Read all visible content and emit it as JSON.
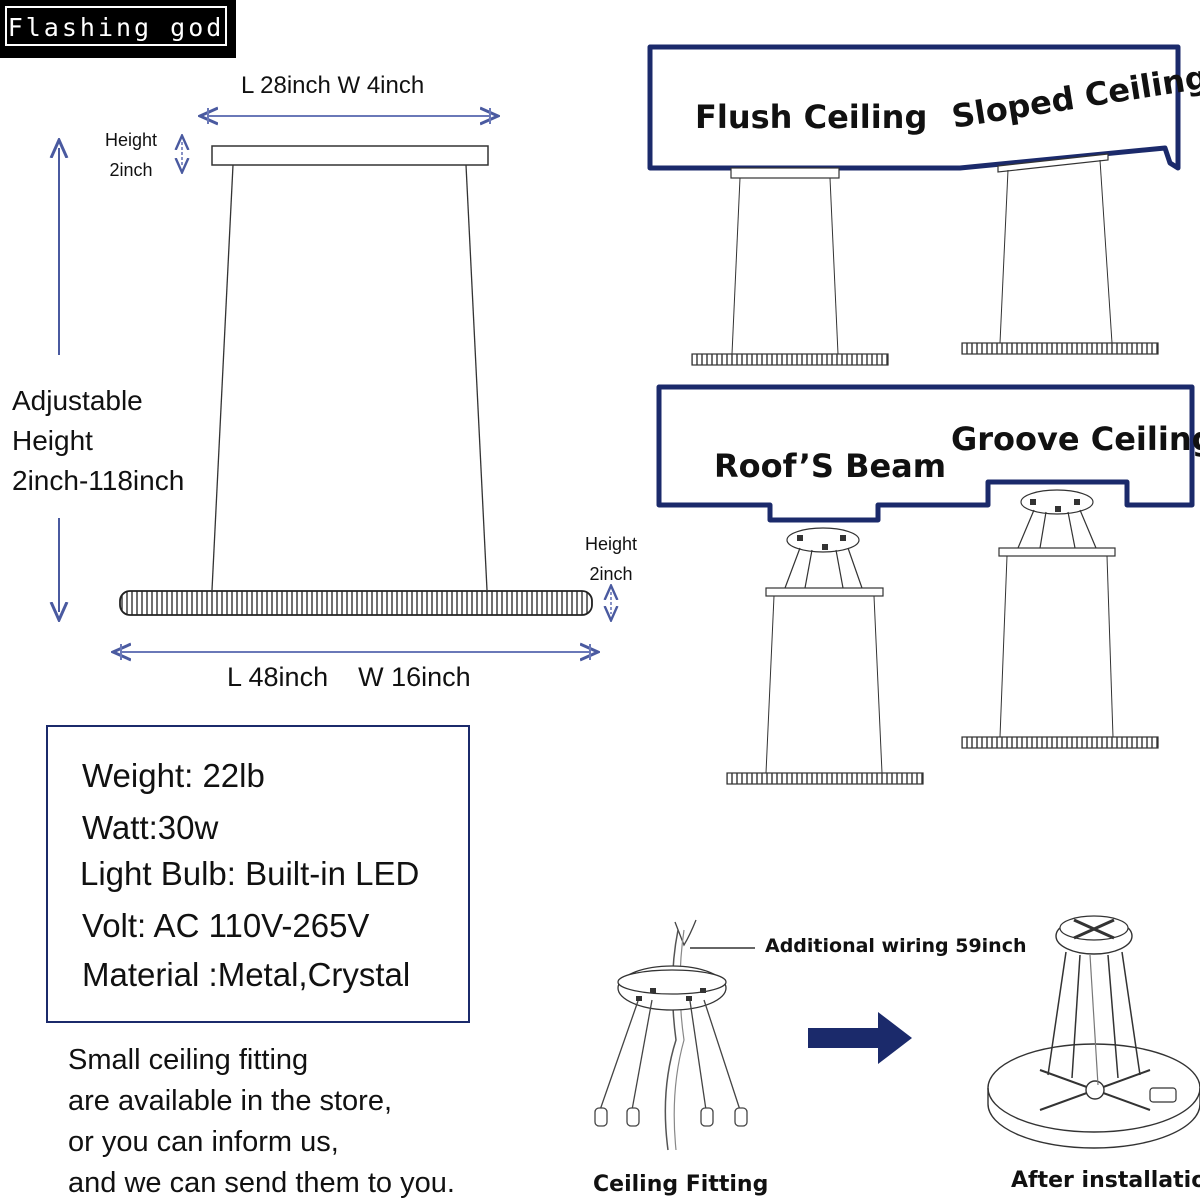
{
  "logo": {
    "text": "Flashing god"
  },
  "dimensions": {
    "canopy_size": "L 28inch   W 4inch",
    "canopy_height_label": "Height",
    "canopy_height_value": "2inch",
    "adjustable_line1": "Adjustable",
    "adjustable_line2": "Height",
    "adjustable_line3": "2inch-118inch",
    "ring_height_label": "Height",
    "ring_height_value": "2inch",
    "ring_size": "L 48inch    W 16inch"
  },
  "specs": {
    "weight": "Weight: 22lb",
    "watt": "Watt:30w",
    "bulb": "Light Bulb: Built-in LED",
    "volt": "Volt: AC 110V-265V",
    "material": "Material :Metal,Crystal"
  },
  "note": {
    "line1": "Small ceiling fitting",
    "line2": "are available in the store,",
    "line3": "or you can inform us,",
    "line4": "and we can send them to you."
  },
  "ceilings": {
    "flush": "Flush Ceiling",
    "sloped": "Sloped Ceiling",
    "beam": "Roof’S Beam",
    "groove": "Groove Ceiling"
  },
  "installation": {
    "wiring_note": "Additional wiring 59inch",
    "fitting_caption": "Ceiling Fitting",
    "after_caption": "After installation"
  },
  "colors": {
    "outline": "#1b2a6b",
    "arrow": "#1b2a6b",
    "dimension_line": "#4a5aa0"
  }
}
